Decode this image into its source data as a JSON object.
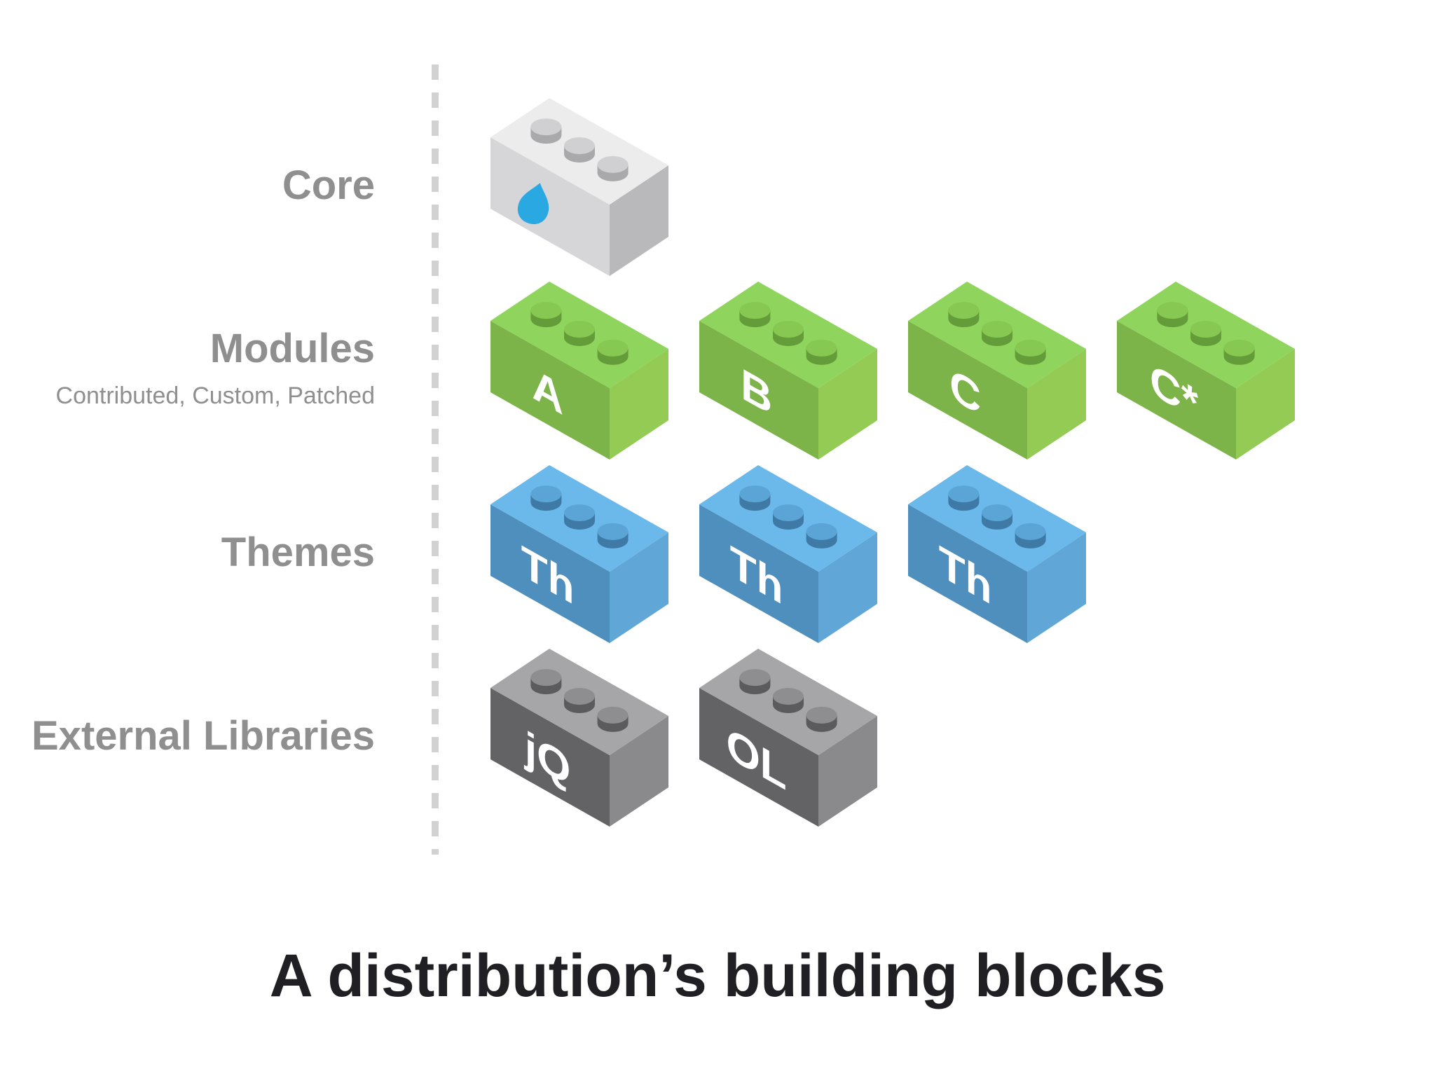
{
  "caption": "A distribution’s building blocks",
  "rows": [
    {
      "id": "core",
      "label": "Core",
      "sublabel": "",
      "color": "grey",
      "bricks": [
        {
          "text": "",
          "icon": "drupal-drop-icon"
        }
      ]
    },
    {
      "id": "modules",
      "label": "Modules",
      "sublabel": "Contributed, Custom, Patched",
      "color": "green",
      "bricks": [
        {
          "text": "A"
        },
        {
          "text": "B"
        },
        {
          "text": "C"
        },
        {
          "text": "C*"
        }
      ]
    },
    {
      "id": "themes",
      "label": "Themes",
      "sublabel": "",
      "color": "blue",
      "bricks": [
        {
          "text": "Th"
        },
        {
          "text": "Th"
        },
        {
          "text": "Th"
        }
      ]
    },
    {
      "id": "external",
      "label": "External Libraries",
      "sublabel": "",
      "color": "dark",
      "bricks": [
        {
          "text": "jQ"
        },
        {
          "text": "OL"
        }
      ]
    }
  ],
  "palette": {
    "grey": {
      "top": "#ececec",
      "left": "#d6d6d8",
      "right": "#b9b9bc",
      "stud": "#d0d0d2",
      "studSide": "#a9a9ac"
    },
    "green": {
      "top": "#8fd45c",
      "left": "#7cb44a",
      "right": "#93cb55",
      "stud": "#86c851",
      "studSide": "#659c3a"
    },
    "blue": {
      "top": "#6bb9ea",
      "left": "#4f8fbd",
      "right": "#60a6d6",
      "stud": "#5aa5d6",
      "studSide": "#3f7aa6"
    },
    "dark": {
      "top": "#a6a6a8",
      "left": "#636366",
      "right": "#8a8a8d",
      "stud": "#8e8e90",
      "studSide": "#5b5b5e"
    },
    "drop": "#2aa8e2",
    "divider": "#d2d2d2",
    "label": "#8f8f8f",
    "caption": "#1f1f24"
  }
}
